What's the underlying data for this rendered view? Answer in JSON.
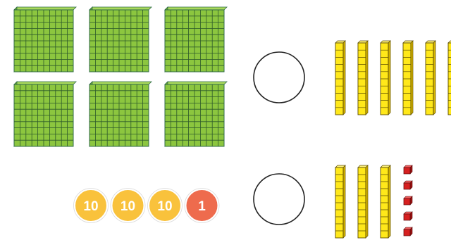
{
  "colors": {
    "hundred_flat": "#8cc63f",
    "hundred_flat_edge": "#2f6b4a",
    "ten_rod": "#ffe81a",
    "ten_rod_edge": "#5a4a00",
    "one_cube": "#d62020",
    "tens_counter": "#f9c23c",
    "ones_counter": "#ee6b4d",
    "circle_outline": "#222222"
  },
  "row_top": {
    "hundreds_flats": 6,
    "tens_rods_visible": 6
  },
  "row_bottom": {
    "counters": [
      {
        "label": "10",
        "kind": "tens"
      },
      {
        "label": "10",
        "kind": "tens"
      },
      {
        "label": "10",
        "kind": "tens"
      },
      {
        "label": "1",
        "kind": "ones"
      }
    ],
    "tens_rods": 3,
    "ones_cubes": 5
  }
}
